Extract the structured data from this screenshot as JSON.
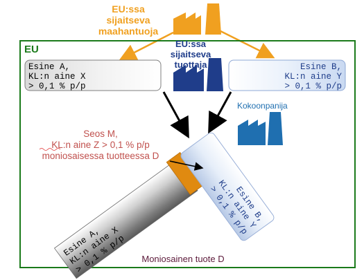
{
  "importer": {
    "lines": [
      "EU:ssa",
      "sijaitseva",
      "maahantuoja"
    ]
  },
  "eu_label": "EU",
  "producer": {
    "lines": [
      "EU:ssa",
      "sijaitseva",
      "tuottaja"
    ]
  },
  "article_a": {
    "lines": [
      "Esine A,",
      "KL:n aine X",
      "> 0,1 % p/p"
    ]
  },
  "article_b": {
    "lines": [
      "Esine B,",
      "KL:n aine Y",
      "> 0,1 % p/p"
    ]
  },
  "assembler": "Kokoonpanija",
  "mixture_m": {
    "lines": [
      "Seos M,",
      "KL:n aine Z > 0,1 % p/p",
      "moniosaisessa tuotteessa D"
    ]
  },
  "product_part_a": {
    "lines": [
      "Esine A,",
      "KL:n aine X",
      "> 0,1 % p/p"
    ]
  },
  "product_part_b": {
    "lines": [
      "Esine B,",
      "KL:n aine Y",
      "> 0,1 % p/p"
    ]
  },
  "product_d": "Moniosainen tuote D",
  "colors": {
    "orange": "#f0a020",
    "green": "#1a7a1a",
    "navy": "#1f3d8a",
    "blue": "#1f6fb0",
    "brown": "#c0504d",
    "maroon": "#5c1a3a"
  }
}
